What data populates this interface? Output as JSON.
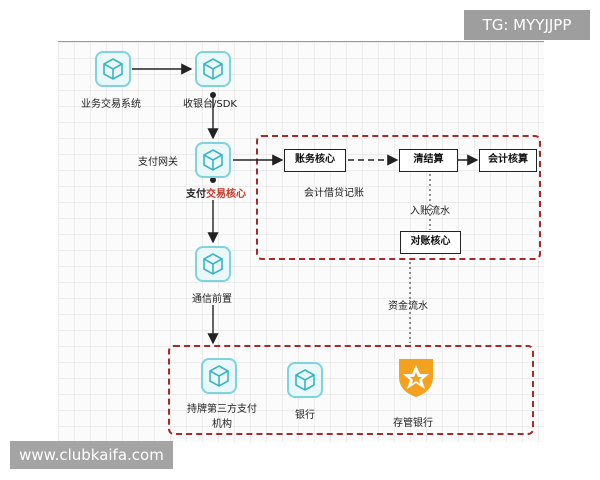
{
  "watermarks": {
    "top": "TG: MYYJJPP",
    "bottom": "www.clubkaifa.com"
  },
  "colors": {
    "icon_border": "#7fd3dc",
    "icon_fill": "#eaf8fa",
    "dashed_region": "#a52a2a",
    "highlight_text": "#c0392b",
    "star_orange": "#f4a11e"
  },
  "nodes": {
    "business_system": {
      "label": "业务交易系统",
      "icon": "cube-icon"
    },
    "cashier_sdk": {
      "label": "收银台/SDK",
      "icon": "cube-icon"
    },
    "payment_gateway": {
      "label": "支付网关",
      "icon": "cube-icon"
    },
    "payment_core": {
      "label_part1": "支付",
      "label_part2": "交易核心",
      "icon": "cube-icon"
    },
    "comm_front": {
      "label": "通信前置",
      "icon": "cube-icon"
    },
    "licensed_institution": {
      "label_line1": "持牌第三方支付",
      "label_line2": "机构",
      "icon": "cube-icon"
    },
    "bank": {
      "label": "银行",
      "icon": "cube-icon"
    },
    "custody_bank": {
      "label": "存管银行",
      "icon": "star-bank-icon"
    }
  },
  "boxes": {
    "account_core": "账务核心",
    "clearing": "清结算",
    "accounting_core": "会计核算",
    "reconciliation_core": "对账核心"
  },
  "annotations": {
    "accounting_ledger": "会计借贷记账",
    "incoming_flow": "入账流水",
    "funds_flow": "资金流水"
  }
}
